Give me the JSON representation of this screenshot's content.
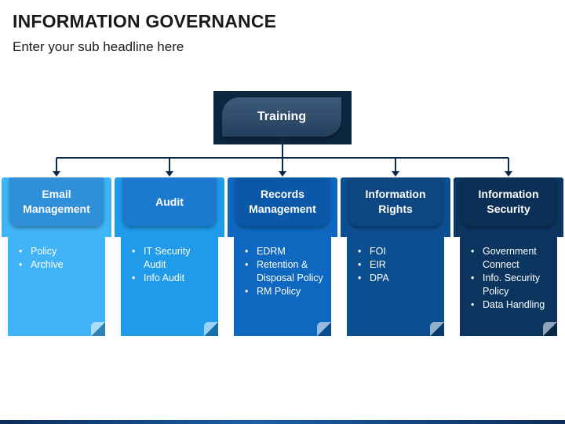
{
  "slide": {
    "title": "INFORMATION GOVERNANCE",
    "subtitle": "Enter your sub headline here"
  },
  "root": {
    "label": "Training"
  },
  "columns": [
    {
      "title": "Email Management",
      "items": [
        "Policy",
        "Archive"
      ],
      "color": "#41b4f7",
      "header_color": "#2f8fd9"
    },
    {
      "title": "Audit",
      "items": [
        "IT Security Audit",
        "Info Audit"
      ],
      "color": "#1f9be9",
      "header_color": "#1b79cf"
    },
    {
      "title": "Records Management",
      "items": [
        "EDRM",
        "Retention & Disposal Policy",
        "RM Policy"
      ],
      "color": "#0e68c0",
      "header_color": "#0c58a8"
    },
    {
      "title": "Information Rights",
      "items": [
        "FOI",
        "EIR",
        "DPA"
      ],
      "color": "#0c4f91",
      "header_color": "#0d4680"
    },
    {
      "title": "Information Security",
      "items": [
        "Government Connect",
        "Info. Security Policy",
        "Data Handling"
      ],
      "color": "#0b355f",
      "header_color": "#0b2f55"
    }
  ],
  "colors": {
    "connector": "#0d2a47",
    "root": "#24405e"
  }
}
